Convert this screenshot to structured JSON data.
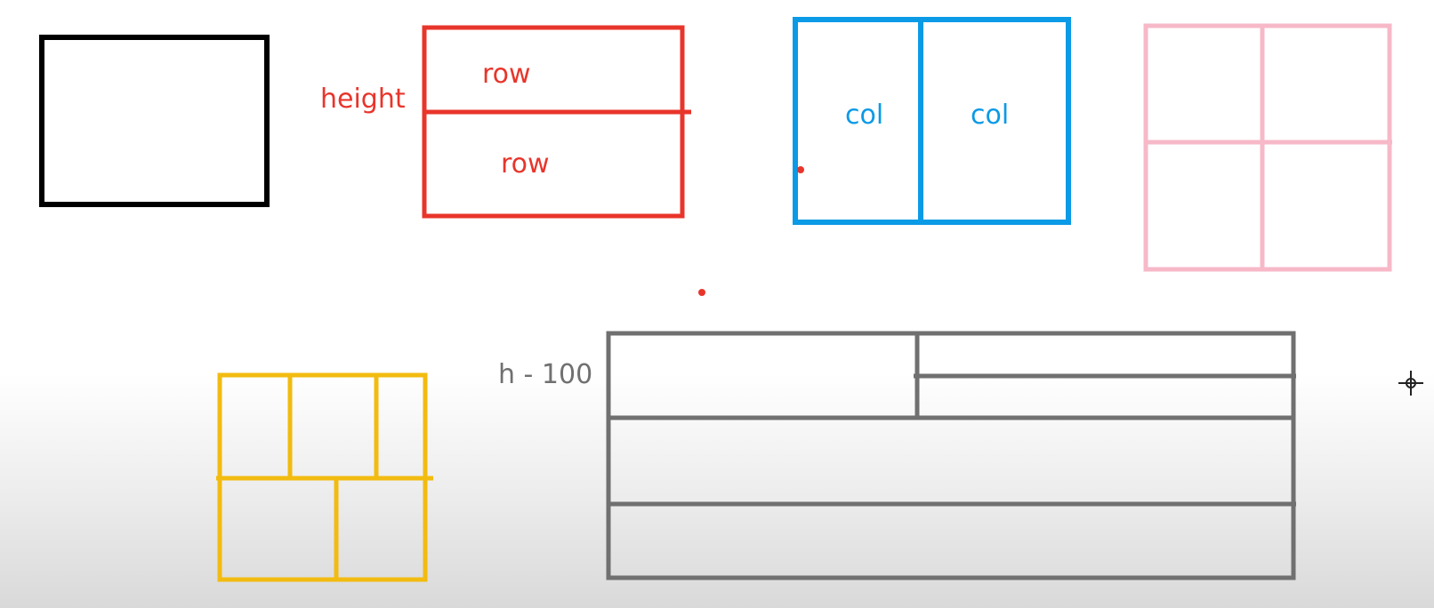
{
  "colors": {
    "black": "#000000",
    "red": "#e8352b",
    "blue": "#0b9ae6",
    "pink": "#f7b8c8",
    "yellow": "#f2bb10",
    "gray": "#707070",
    "crosshair": "#222222"
  },
  "labels": {
    "height": "height",
    "row1": "row",
    "row2": "row",
    "col1": "col",
    "col2": "col",
    "h100": "h - 100"
  },
  "icons": {
    "cursor": "crosshair-icon"
  }
}
